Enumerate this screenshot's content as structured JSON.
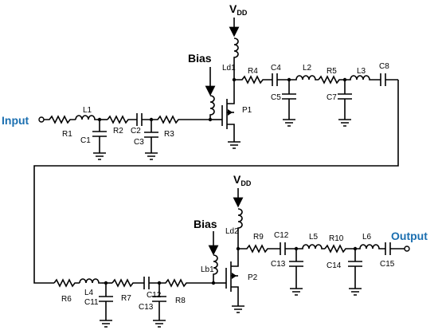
{
  "ports": {
    "input": "Input",
    "output": "Output",
    "bias": "Bias",
    "supply": "V",
    "supply_sub": "DD"
  },
  "colors": {
    "port": "#1b6fb0",
    "wire": "#000000"
  },
  "labels": {
    "r1": "R1",
    "l1": "L1",
    "c1": "C1",
    "r2": "R2",
    "c2": "C2",
    "c3": "C3",
    "r3": "R3",
    "ld1": "Ld1",
    "r4": "R4",
    "c4": "C4",
    "c5": "C5",
    "l2": "L2",
    "r5": "R5",
    "c7": "C7",
    "l3": "L3",
    "c8": "C8",
    "p1": "P1",
    "r6": "R6",
    "l4": "L4",
    "c11": "C11",
    "r7": "R7",
    "c12a": "C12",
    "c13a": "C13",
    "r8": "R8",
    "lb1": "Lb1",
    "p2": "P2",
    "ld2": "Ld2",
    "r9": "R9",
    "c12b": "C12",
    "c13b": "C13",
    "l5": "L5",
    "r10": "R10",
    "c14": "C14",
    "l6": "L6",
    "c15": "C15"
  }
}
